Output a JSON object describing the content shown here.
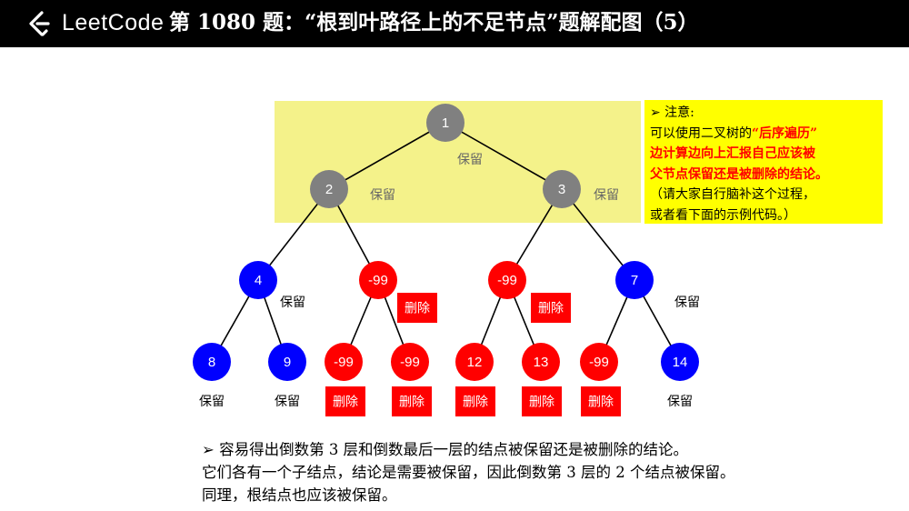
{
  "header": {
    "brand": "LeetCode",
    "title": "第 1080 题：“根到叶路径上的不足节点”题解配图（5）"
  },
  "note": {
    "line1": "➢ 注意:",
    "line2_prefix": "可以使用二叉树的",
    "line2_red": "“后序遍历”",
    "line3": "边计算边向上汇报自己应该被",
    "line4": "父节点保留还是被删除的结论。",
    "line5": "（请大家自行脑补这个过程，",
    "line6": "或者看下面的示例代码。）"
  },
  "labels": {
    "keep": "保留",
    "delete": "删除"
  },
  "colors": {
    "gray": "#808080",
    "blue": "#0000ff",
    "red": "#ff0000",
    "highlight": "#f4f28a",
    "note_bg": "#ffff00"
  },
  "tree": {
    "nodes": [
      {
        "id": "n1",
        "value": "1",
        "color": "gray",
        "status": "keep"
      },
      {
        "id": "n2",
        "value": "2",
        "color": "gray",
        "status": "keep"
      },
      {
        "id": "n3",
        "value": "3",
        "color": "gray",
        "status": "keep"
      },
      {
        "id": "n4",
        "value": "4",
        "color": "blue",
        "status": "keep"
      },
      {
        "id": "n5",
        "value": "-99",
        "color": "red",
        "status": "delete"
      },
      {
        "id": "n6",
        "value": "-99",
        "color": "red",
        "status": "delete"
      },
      {
        "id": "n7",
        "value": "7",
        "color": "blue",
        "status": "keep"
      },
      {
        "id": "n8",
        "value": "8",
        "color": "blue",
        "status": "keep"
      },
      {
        "id": "n9",
        "value": "9",
        "color": "blue",
        "status": "keep"
      },
      {
        "id": "n10",
        "value": "-99",
        "color": "red",
        "status": "delete"
      },
      {
        "id": "n11",
        "value": "-99",
        "color": "red",
        "status": "delete"
      },
      {
        "id": "n12",
        "value": "12",
        "color": "red",
        "status": "delete"
      },
      {
        "id": "n13",
        "value": "13",
        "color": "red",
        "status": "delete"
      },
      {
        "id": "n14",
        "value": "-99",
        "color": "red",
        "status": "delete"
      },
      {
        "id": "n15",
        "value": "14",
        "color": "blue",
        "status": "keep"
      }
    ],
    "edges": [
      [
        "n1",
        "n2"
      ],
      [
        "n1",
        "n3"
      ],
      [
        "n2",
        "n4"
      ],
      [
        "n2",
        "n5"
      ],
      [
        "n3",
        "n6"
      ],
      [
        "n3",
        "n7"
      ],
      [
        "n4",
        "n8"
      ],
      [
        "n4",
        "n9"
      ],
      [
        "n5",
        "n10"
      ],
      [
        "n5",
        "n11"
      ],
      [
        "n6",
        "n12"
      ],
      [
        "n6",
        "n13"
      ],
      [
        "n7",
        "n14"
      ],
      [
        "n7",
        "n15"
      ]
    ]
  },
  "footer": {
    "line1": "➢ 容易得出倒数第 3 层和倒数最后一层的结点被保留还是被删除的结论。",
    "line2": "它们各有一个子结点，结论是需要被保留，因此倒数第 3 层的 2 个结点被保留。",
    "line3": "同理，根结点也应该被保留。"
  }
}
